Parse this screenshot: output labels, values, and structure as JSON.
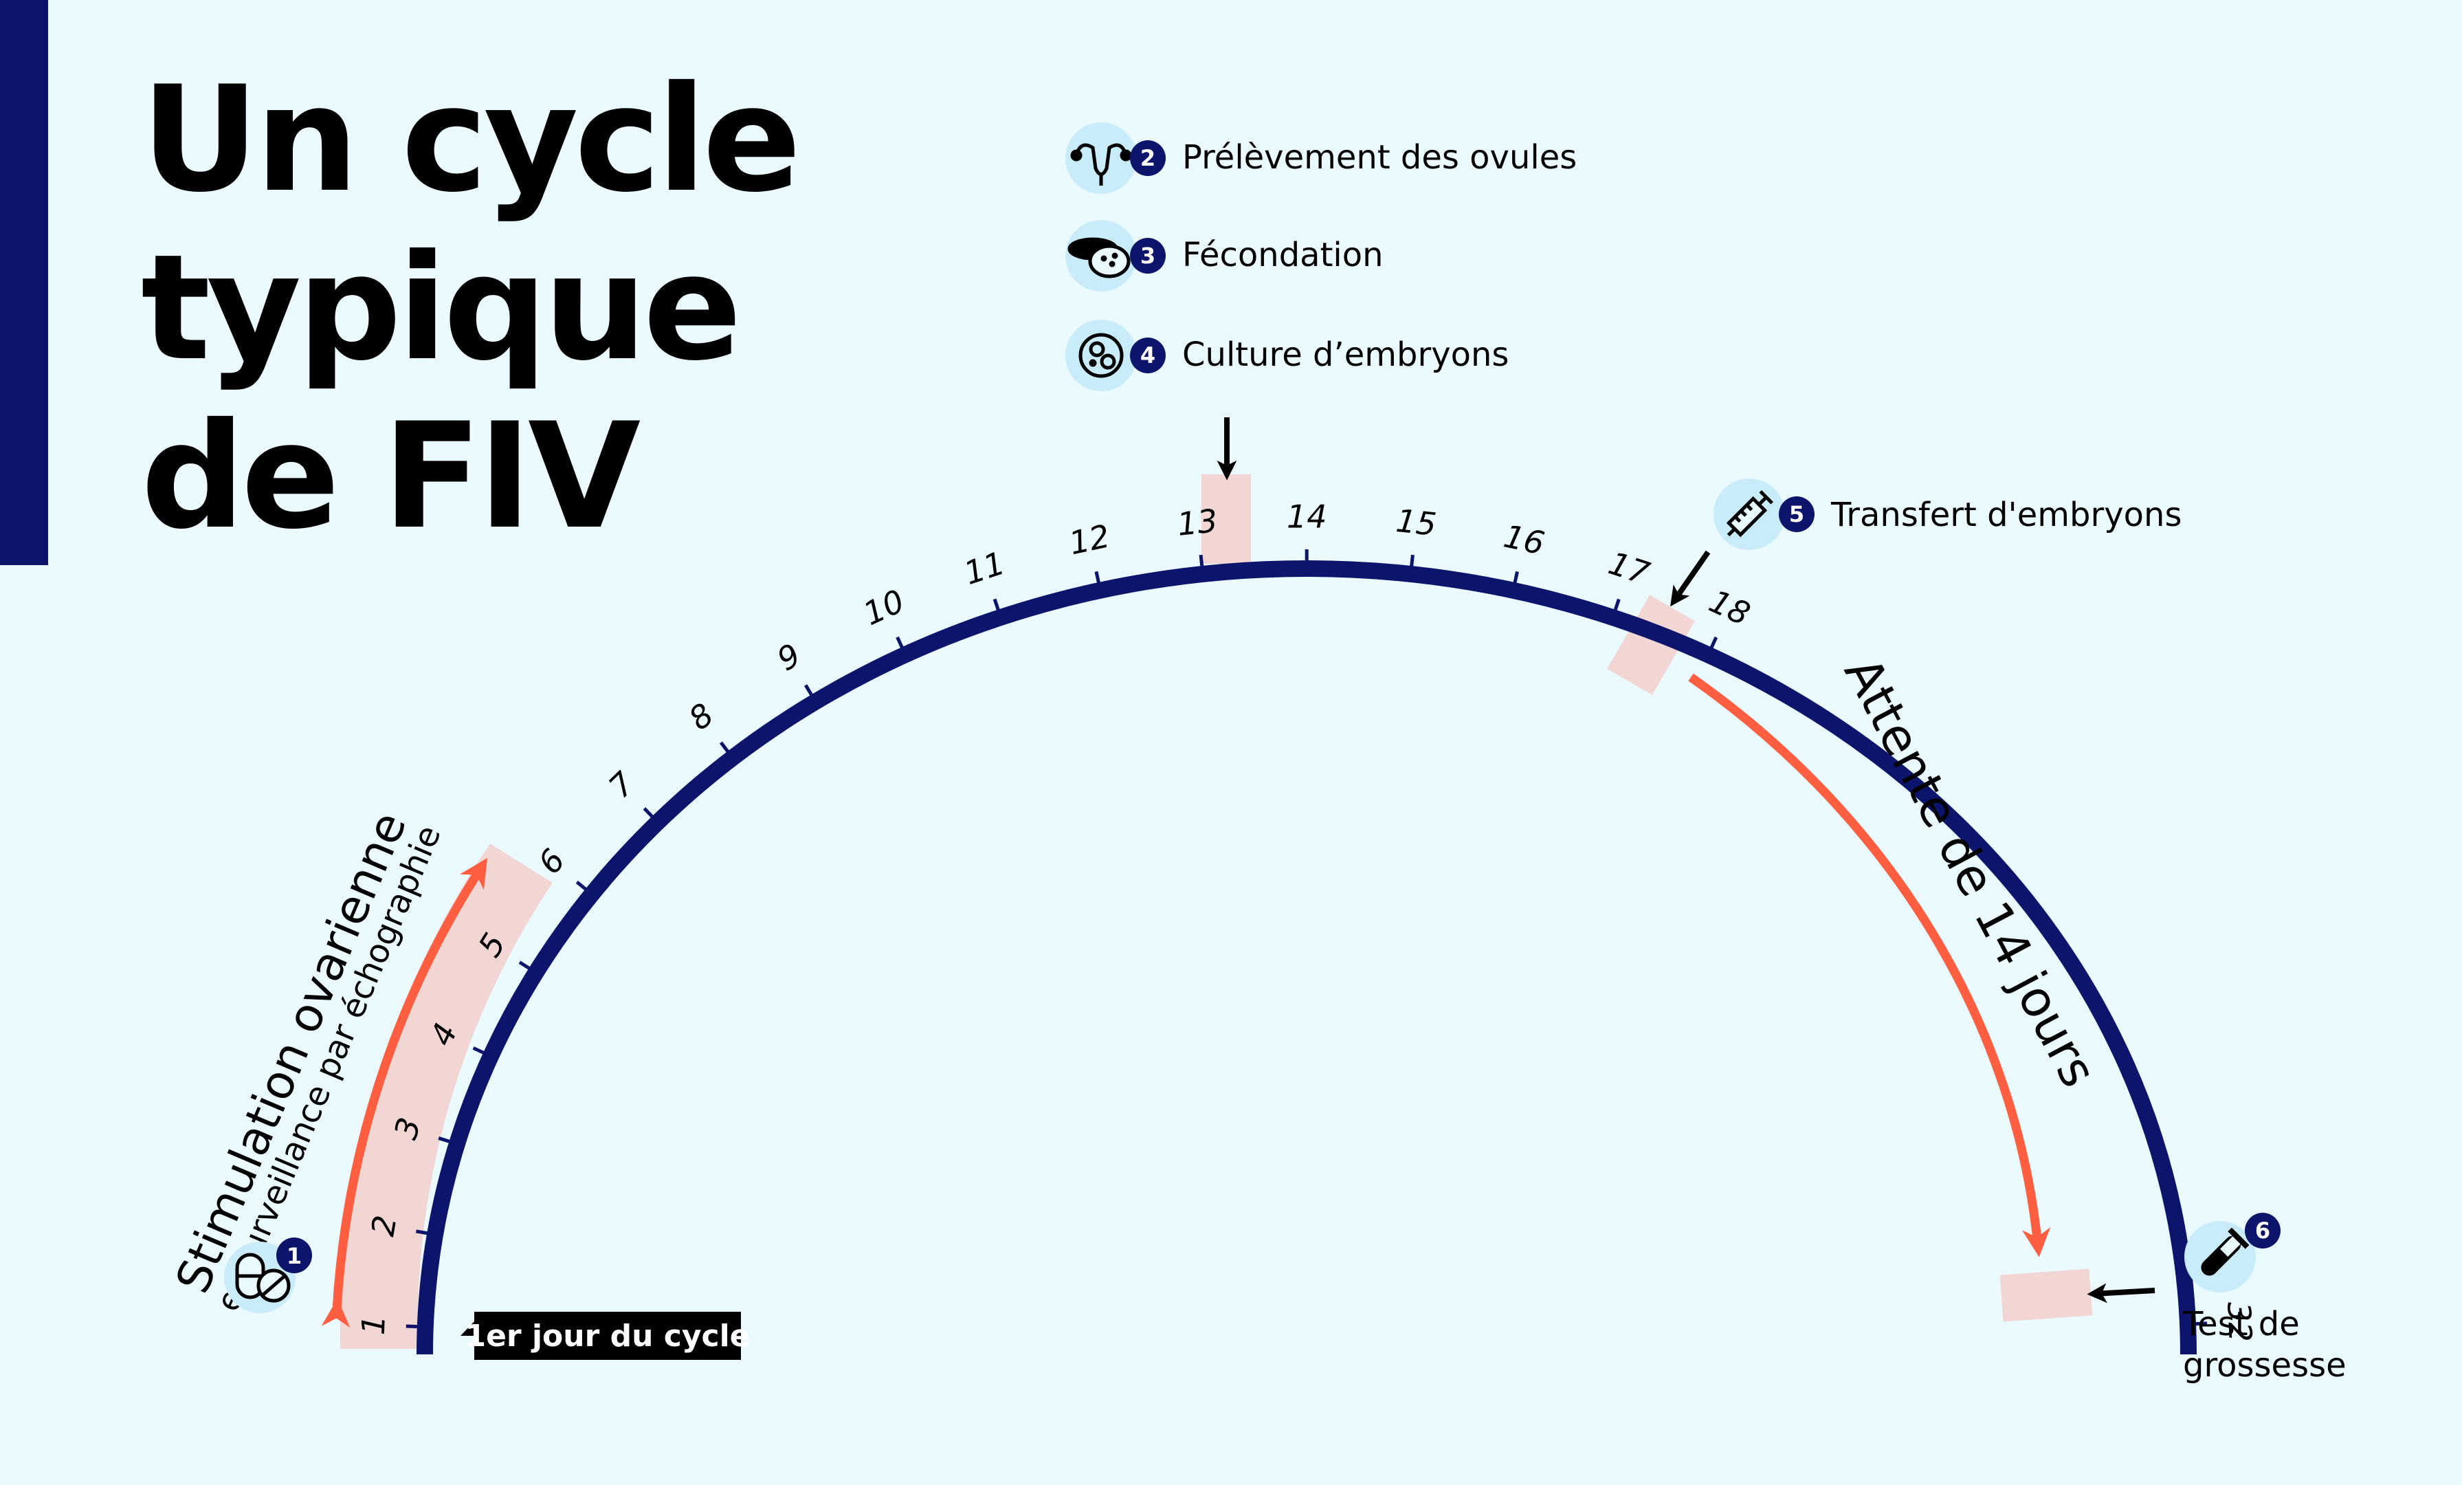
{
  "title": {
    "line1": "Un cycle",
    "line2": "typique",
    "line3": "de FIV"
  },
  "colors": {
    "background": "#ebfaff",
    "navy": "#0d146b",
    "orange": "#ff5f40",
    "highlight": "#f1d6d4",
    "icon_circle": "#c9ecfb"
  },
  "day_ticks": [
    "1",
    "2",
    "3",
    "4",
    "5",
    "6",
    "7",
    "8",
    "9",
    "10",
    "11",
    "12",
    "13",
    "14",
    "15",
    "16",
    "17",
    "18",
    "32"
  ],
  "highlighted_days": [
    "14",
    "18",
    "32"
  ],
  "steps": [
    {
      "number": "1",
      "icon": "pills-icon"
    },
    {
      "number": "2",
      "label": "Prélèvement des ovules",
      "icon": "uterus-icon"
    },
    {
      "number": "3",
      "label": "Fécondation",
      "icon": "petri-dish-icon"
    },
    {
      "number": "4",
      "label": "Culture d’embryons",
      "icon": "embryo-cells-icon"
    },
    {
      "number": "5",
      "label": "Transfert d'embryons",
      "icon": "syringe-icon"
    },
    {
      "number": "6",
      "icon": "test-tube-icon"
    }
  ],
  "stimulation": {
    "label": "Stimulation ovarienne",
    "sublabel": "et surveillance par échographie"
  },
  "waiting": {
    "label": "Attente de 14 jours"
  },
  "first_day_label": "1er jour du cycle",
  "pregnancy_test": {
    "line1": "Test de",
    "line2": "grossesse"
  }
}
